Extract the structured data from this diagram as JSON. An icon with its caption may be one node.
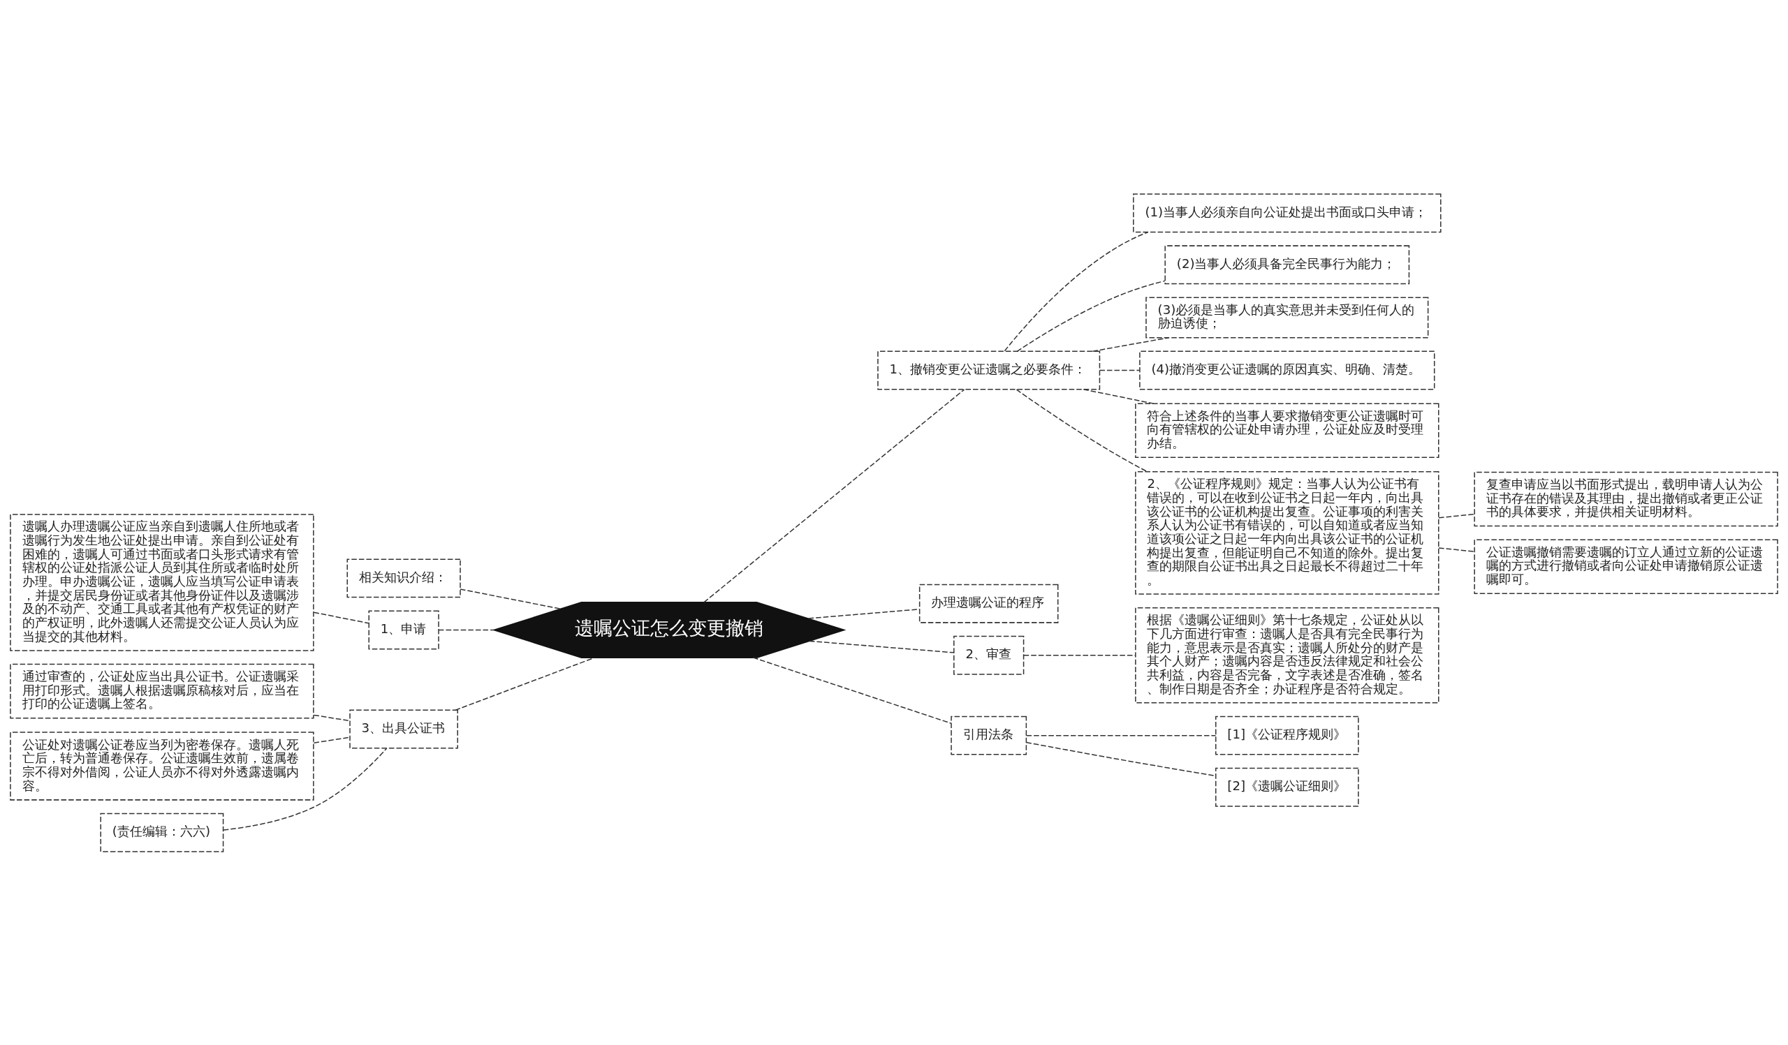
{
  "diagram": {
    "nodes": [
      {
        "text": [
          "遗嘱公证怎么变更撤销"
        ]
      },
      {
        "text": [
          "相关知识介绍："
        ]
      },
      {
        "text": [
          "1、申请"
        ]
      },
      {
        "text": [
          "遗嘱人办理遗嘱公证应当亲自到遗嘱人住所地或者遗嘱行为发生地公证处提出申请。亲自到公证处有困难的，遗嘱人可通过书面或者口头形式请求有管辖权的公证处指派公证人员到其住所或者临时处所办理。申办遗嘱公证，遗嘱人应当填写公证申请表，并提交居民身份证或者其他身份证件以及遗嘱涉及的不动产、交通工具或者其他有产权凭证的财产的产权证明，此外遗嘱人还需提交公证人员认为应当提交的其他材料。"
        ]
      },
      {
        "text": [
          "3、出具公证书"
        ]
      },
      {
        "text": [
          "通过审查的，公证处应当出具公证书。公证遗嘱采用打印形式。遗嘱人根据遗嘱原稿核对后，应当在打印的公证遗嘱上签名。"
        ]
      },
      {
        "text": [
          "公证处对遗嘱公证卷应当列为密卷保存。遗嘱人死亡后，转为普通卷保存。公证遗嘱生效前，遗属卷宗不得对外借阅，公证人员亦不得对外透露遗嘱内容。"
        ]
      },
      {
        "text": [
          "(责任编辑：六六)"
        ]
      },
      {
        "text": [
          "1、撤销变更公证遗嘱之必要条件："
        ]
      },
      {
        "text": [
          "(1)当事人必须亲自向公证处提出书面或口头申请；"
        ]
      },
      {
        "text": [
          "(2)当事人必须具备完全民事行为能力；"
        ]
      },
      {
        "text": [
          "(3)必须是当事人的真实意思并未受到任何人的胁迫诱使；"
        ]
      },
      {
        "text": [
          "(4)撤消变更公证遗嘱的原因真实、明确、清楚。"
        ]
      },
      {
        "text": [
          "符合上述条件的当事人要求撤销变更公证遗嘱时可向有管辖权的公证处申请办理，公证处应及时受理办结。"
        ]
      },
      {
        "text": [
          "2、《公证程序规则》规定：当事人认为公证书有错误的，可以在收到公证书之日起一年内，向出具该公证书的公证机构提出复查。公证事项的利害关系人认为公证书有错误的，可以自知道或者应当知道该项公证之日起一年内向出具该公证书的公证机构提出复查，但能证明自己不知道的除外。提出复查的期限自公证书出具之日起最长不得超过二十年。"
        ]
      },
      {
        "text": [
          "复查申请应当以书面形式提出，载明申请人认为公证书存在的错误及其理由，提出撤销或者更正公证书的具体要求，并提供相关证明材料。"
        ]
      },
      {
        "text": [
          "公证遗嘱撤销需要遗嘱的订立人通过立新的公证遗嘱的方式进行撤销或者向公证处申请撤销原公证遗嘱即可。"
        ]
      },
      {
        "text": [
          "办理遗嘱公证的程序"
        ]
      },
      {
        "text": [
          "2、审查"
        ]
      },
      {
        "text": [
          "根据《遗嘱公证细则》第十七条规定，公证处从以下几方面进行审查：遗嘱人是否具有完全民事行为能力，意思表示是否真实；遗嘱人所处分的财产是其个人财产；遗嘱内容是否违反法律规定和社会公共利益，内容是否完备，文字表述是否准确，签名、制作日期是否齐全；办证程序是否符合规定。"
        ]
      },
      {
        "text": [
          "引用法条"
        ]
      },
      {
        "text": [
          "[1]《公证程序规则》"
        ]
      },
      {
        "text": [
          "[2]《遗嘱公证细则》"
        ]
      }
    ],
    "edges": [
      {
        "from": 0,
        "to": 1,
        "arrow": "none"
      },
      {
        "from": 0,
        "to": 2,
        "arrow": "none"
      },
      {
        "from": 2,
        "to": 3,
        "arrow": "none"
      },
      {
        "from": 0,
        "to": 4,
        "arrow": "none"
      },
      {
        "from": 4,
        "to": 5,
        "arrow": "none"
      },
      {
        "from": 4,
        "to": 6,
        "arrow": "none"
      },
      {
        "from": 4,
        "to": 7,
        "arrow": "none"
      },
      {
        "from": 0,
        "to": 8,
        "arrow": "none"
      },
      {
        "from": 8,
        "to": 9,
        "arrow": "none"
      },
      {
        "from": 8,
        "to": 10,
        "arrow": "none"
      },
      {
        "from": 8,
        "to": 11,
        "arrow": "none"
      },
      {
        "from": 8,
        "to": 12,
        "arrow": "none"
      },
      {
        "from": 8,
        "to": 13,
        "arrow": "none"
      },
      {
        "from": 8,
        "to": 14,
        "arrow": "none"
      },
      {
        "from": 14,
        "to": 15,
        "arrow": "none"
      },
      {
        "from": 14,
        "to": 16,
        "arrow": "none"
      },
      {
        "from": 0,
        "to": 17,
        "arrow": "none"
      },
      {
        "from": 0,
        "to": 18,
        "arrow": "none"
      },
      {
        "from": 18,
        "to": 19,
        "arrow": "none"
      },
      {
        "from": 0,
        "to": 20,
        "arrow": "none"
      },
      {
        "from": 20,
        "to": 21,
        "arrow": "none"
      },
      {
        "from": 20,
        "to": 22,
        "arrow": "none"
      }
    ]
  }
}
